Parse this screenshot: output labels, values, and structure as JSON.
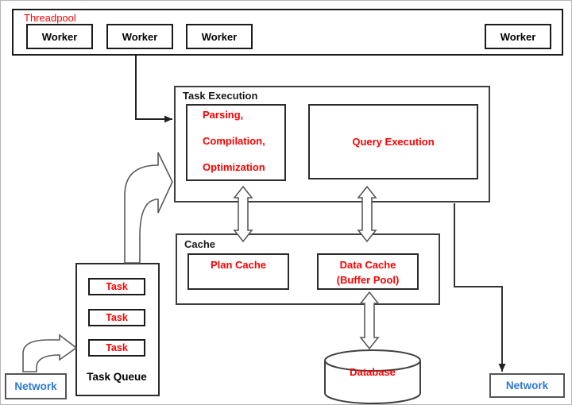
{
  "colors": {
    "label_red": "#ff0000",
    "network_blue": "#2e78d2",
    "container_border": "#3d3d3d",
    "arrow_outline": "#595959",
    "thin_arrow": "#222222"
  },
  "threadpool": {
    "label": "Threadpool",
    "workers": [
      "Worker",
      "Worker",
      "Worker",
      "Worker"
    ]
  },
  "task_execution": {
    "label": "Task Execution",
    "pco_lines": [
      "Parsing,",
      "Compilation,",
      "Optimization"
    ],
    "query_execution": "Query Execution"
  },
  "cache": {
    "label": "Cache",
    "plan_cache": "Plan Cache",
    "data_cache": [
      "Data Cache",
      "(Buffer Pool)"
    ]
  },
  "task_queue": {
    "label": "Task Queue",
    "tasks": [
      "Task",
      "Task",
      "Task"
    ]
  },
  "database": {
    "label": "Database"
  },
  "network_left": {
    "label": "Network"
  },
  "network_right": {
    "label": "Network"
  }
}
